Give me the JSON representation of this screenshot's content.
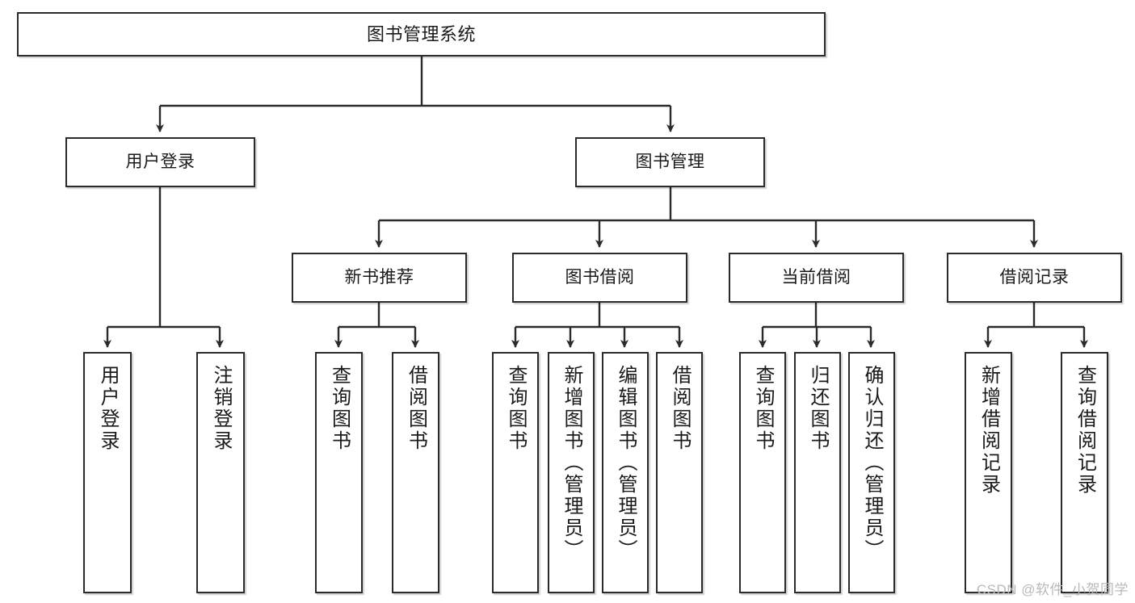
{
  "diagram": {
    "title": "图书管理系统",
    "watermark": "CSDN @软件_小贺同学",
    "colors": {
      "box_border": "#2b2b2b",
      "box_fill": "#ffffff",
      "line": "#2b2b2b",
      "text": "#1a1a1a",
      "watermark": "#b9b9b9"
    },
    "nodes": {
      "root": {
        "label": "图书管理系统"
      },
      "level1": [
        {
          "label": "用户登录"
        },
        {
          "label": "图书管理"
        }
      ],
      "level2": [
        {
          "label": "新书推荐"
        },
        {
          "label": "图书借阅"
        },
        {
          "label": "当前借阅"
        },
        {
          "label": "借阅记录"
        }
      ],
      "leaves_user_login": [
        {
          "label": "用户登录"
        },
        {
          "label": "注销登录"
        }
      ],
      "leaves_new_books": [
        {
          "label": "查询图书"
        },
        {
          "label": "借阅图书"
        }
      ],
      "leaves_borrow": [
        {
          "label": "查询图书"
        },
        {
          "label": "新增图书（管理员）"
        },
        {
          "label": "编辑图书（管理员）"
        },
        {
          "label": "借阅图书"
        }
      ],
      "leaves_current": [
        {
          "label": "查询图书"
        },
        {
          "label": "归还图书"
        },
        {
          "label": "确认归还（管理员）"
        }
      ],
      "leaves_records": [
        {
          "label": "新增借阅记录"
        },
        {
          "label": "查询借阅记录"
        }
      ]
    }
  }
}
